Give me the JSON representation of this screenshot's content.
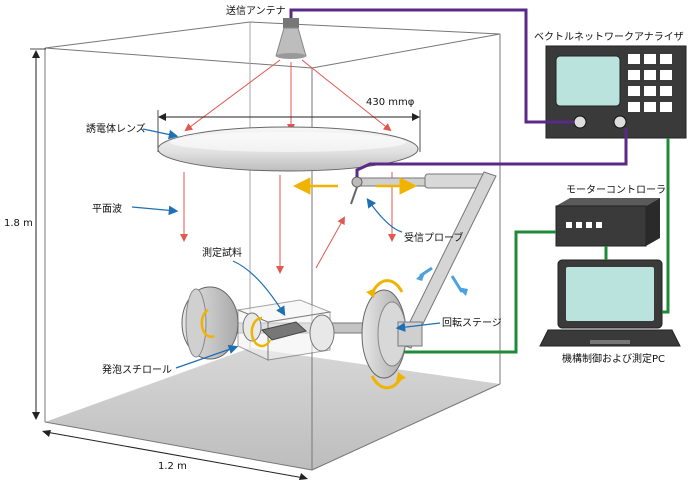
{
  "labels": {
    "transmit_antenna": "送信アンテナ",
    "vna": "ベクトルネットワークアナライザ",
    "lens_diameter": "430 mmφ",
    "dielectric_lens": "誘電体レンズ",
    "plane_wave": "平面波",
    "receive_probe": "受信プローブ",
    "motor_controller": "モーターコントローラ",
    "sample": "測定試料",
    "rotation_stage": "回転ステージ",
    "foam": "発泡スチロール",
    "pc": "機構制御および測定PC",
    "height": "1.8 m",
    "width": "1.2 m"
  },
  "colors": {
    "cable_purple": "#5b2a86",
    "cable_green": "#1f8a3a",
    "beam_red": "#e2584f",
    "pointer_blue": "#1f6fb5",
    "motion_yellow": "#f0b400",
    "motion_light_blue": "#4aa3df",
    "floor_gray": "#c8c8c8",
    "device_dark": "#3a3a3a"
  },
  "icons": {
    "vna_screen": "instrument-display",
    "laptop": "laptop-icon",
    "controller": "controller-box"
  }
}
